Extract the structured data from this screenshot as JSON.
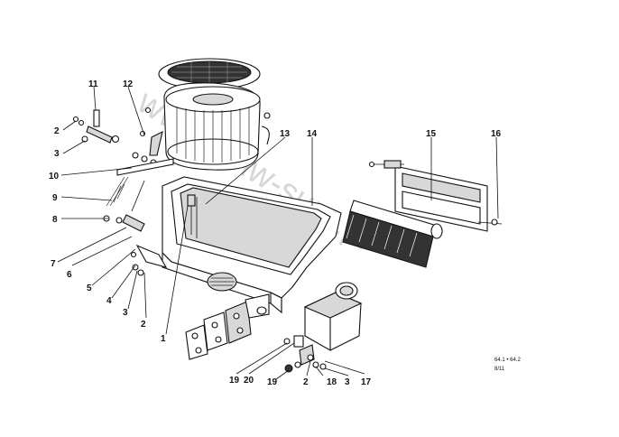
{
  "diagram": {
    "callouts": {
      "c1": "1",
      "c2a": "2",
      "c2b": "2",
      "c2c": "2",
      "c3a": "3",
      "c3b": "3",
      "c3c": "3",
      "c4": "4",
      "c5": "5",
      "c6": "6",
      "c7": "7",
      "c8": "8",
      "c9": "9",
      "c10": "10",
      "c11": "11",
      "c12": "12",
      "c13": "13",
      "c14": "14",
      "c15": "15",
      "c16": "16",
      "c17": "17",
      "c18": "18",
      "c19a": "19",
      "c19b": "19",
      "c20": "20"
    },
    "reference_code": "64.1 • 64.2",
    "reference_sheet": "8/11",
    "watermark": "www.bmw-sure.pl"
  }
}
